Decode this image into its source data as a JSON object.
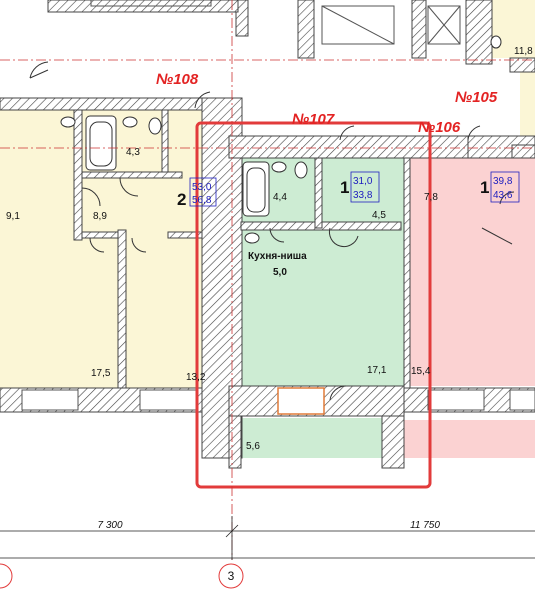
{
  "apartments": [
    {
      "id": "apt-108",
      "number": "№108",
      "rooms": "2",
      "area_living": "53,0",
      "area_total": "56,8",
      "fill": "#fbf6d6"
    },
    {
      "id": "apt-107",
      "number": "№107",
      "rooms": "1",
      "area_living": "31,0",
      "area_total": "33,8",
      "fill": "#cdecd3"
    },
    {
      "id": "apt-106",
      "number": "№106",
      "rooms": "1",
      "area_living": "39,8",
      "area_total": "43,6",
      "fill": "#fbd2d2"
    },
    {
      "id": "apt-105",
      "number": "№105"
    }
  ],
  "room_areas": {
    "apt108_living_left": "9,1",
    "apt108_bath": "4,3",
    "apt108_hall": "8,9",
    "apt108_room_a": "17,5",
    "apt108_room_b": "13,2",
    "apt107_bath": "4,4",
    "apt107_hall": "4,5",
    "apt107_kitchen": "5,0",
    "apt107_room": "17,1",
    "apt107_loggia": "5,6",
    "apt106_hall": "7,8",
    "apt106_room": "15,4",
    "apt105_room": "11,8"
  },
  "kitchen_label": "Кухня-ниша",
  "dimensions": {
    "left": "7 300",
    "right": "11 750"
  },
  "axis_label": "3",
  "colors": {
    "highlight": "#e23b3b",
    "apartment_number": "#e32323",
    "area_text": "#2020c0",
    "wall": "#444444"
  }
}
